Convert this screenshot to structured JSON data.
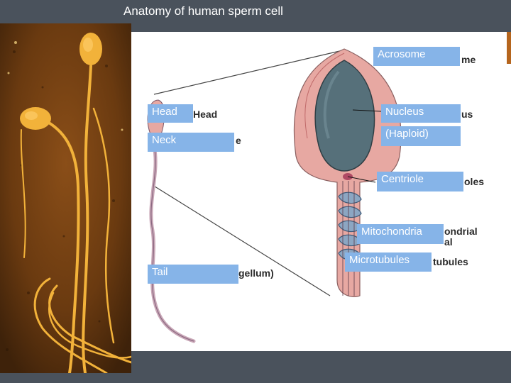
{
  "slide": {
    "title": "Anatomy of human sperm cell"
  },
  "labels": {
    "acrosome": "Acrosome",
    "head": "Head",
    "nucleus": "Nucleus",
    "haploid": "(Haploid)",
    "neck": "Neck",
    "centriole": "Centriole",
    "mitochondria": "Mitochondria",
    "microtubules": "Microtubules",
    "tail": "Tail"
  },
  "underlying_fragments": {
    "acrosome_suffix": "me",
    "head_word": "Head",
    "neck_suffix": "e",
    "nucleus_suffix": "us",
    "centriole_suffix": "oles",
    "mito_line1": "ondrial",
    "mito_line2": "al",
    "micro_suffix": "tubules",
    "flagellum": "gellum)"
  },
  "colors": {
    "background": "#4a525c",
    "label_fill": "#86b4e8",
    "label_text": "#ffffff",
    "photo_bg": "#6a3a10",
    "sperm_yellow": "#f2b23a",
    "membrane_pink": "#e7a8a2",
    "nucleus_slate": "#56707a",
    "mitochondria_blue": "#8ca6c2"
  }
}
